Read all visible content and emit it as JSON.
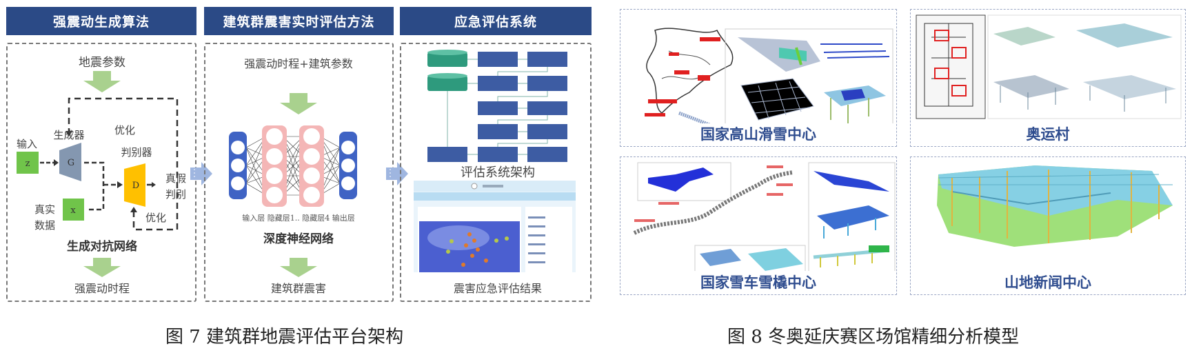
{
  "figure7": {
    "caption": "图 7  建筑群地震评估平台架构",
    "columns": [
      {
        "header": "强震动生成算法"
      },
      {
        "header": "建筑群震害实时评估方法"
      },
      {
        "header": "应急评估系统"
      }
    ],
    "gan": {
      "input_top": "地震参数",
      "input_label": "输入",
      "z": "z",
      "generator_label": "生成器",
      "g": "G",
      "optimize_top": "优化",
      "discriminator_label": "判别器",
      "d": "D",
      "real_fake_1": "真假",
      "real_fake_2": "判别",
      "x": "x",
      "real_data_1": "真实",
      "real_data_2": "数据",
      "optimize_bottom": "优化",
      "network_name": "生成对抗网络",
      "output": "强震动时程"
    },
    "dnn": {
      "input_top": "强震动时程+建筑参数",
      "layer_labels": "输入层   隐藏层1.. 隐藏层4  输出层",
      "network_name": "深度神经网络",
      "output": "建筑群震害"
    },
    "system": {
      "architecture_label": "评估系统架构",
      "result_label": "震害应急评估结果"
    },
    "colors": {
      "header": "#2b4a86",
      "arrow": "#a9d18e",
      "green_box": "#70c44a",
      "gen": "#8497b0",
      "disc": "#ffc000",
      "nn_blue": "#3f63c4",
      "nn_pink": "#f4b6b6"
    }
  },
  "figure8": {
    "caption": "图 8  冬奥延庆赛区场馆精细分析模型",
    "panels": [
      {
        "title": "国家高山滑雪中心"
      },
      {
        "title": "奥运村"
      },
      {
        "title": "国家雪车雪橇中心"
      },
      {
        "title": "山地新闻中心"
      }
    ]
  }
}
